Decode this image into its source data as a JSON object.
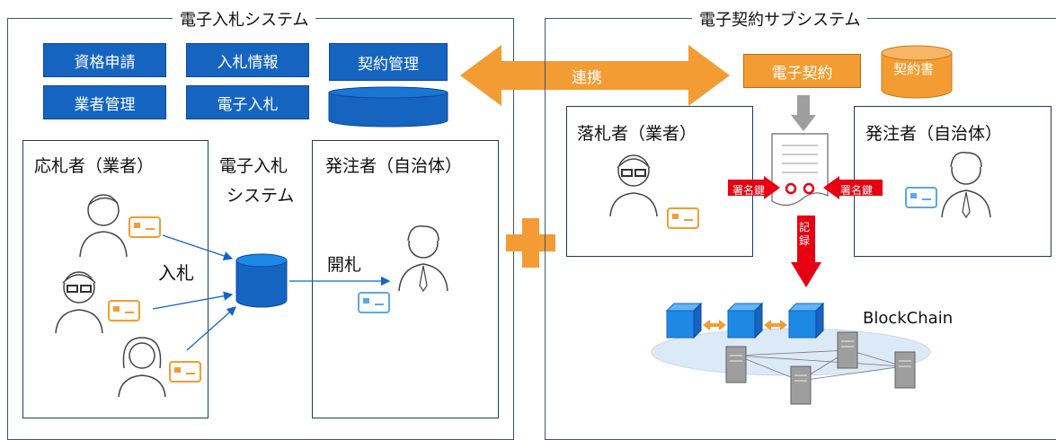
{
  "left_panel": {
    "title": "電子入札システム",
    "buttons": [
      "資格申請",
      "入札情報",
      "契約管理",
      "業者管理",
      "電子入札"
    ],
    "bidder_box_label": "応札者（業者）",
    "system_label_line1": "電子入札",
    "system_label_line2": "システム",
    "bid_label": "入札",
    "orderer_box_label": "発注者（自治体）",
    "opening_label": "開札"
  },
  "link_label": "連携",
  "right_panel": {
    "title": "電子契約サブシステム",
    "e_contract_label": "電子契約",
    "contract_db_label": "契約書",
    "winner_box_label": "落札者（業者）",
    "orderer_box_label": "発注者（自治体）",
    "sign_key_left": "署名鍵",
    "sign_key_right": "署名鍵",
    "record_label": "記録",
    "blockchain_label": "BlockChain"
  },
  "colors": {
    "blue_button": "#1565c0",
    "orange": "#f39c33",
    "red": "#e60012",
    "panel_border": "#44546a",
    "blockchain_cube": "#1e88e5",
    "blockchain_ellipse": "#dce9f7"
  }
}
